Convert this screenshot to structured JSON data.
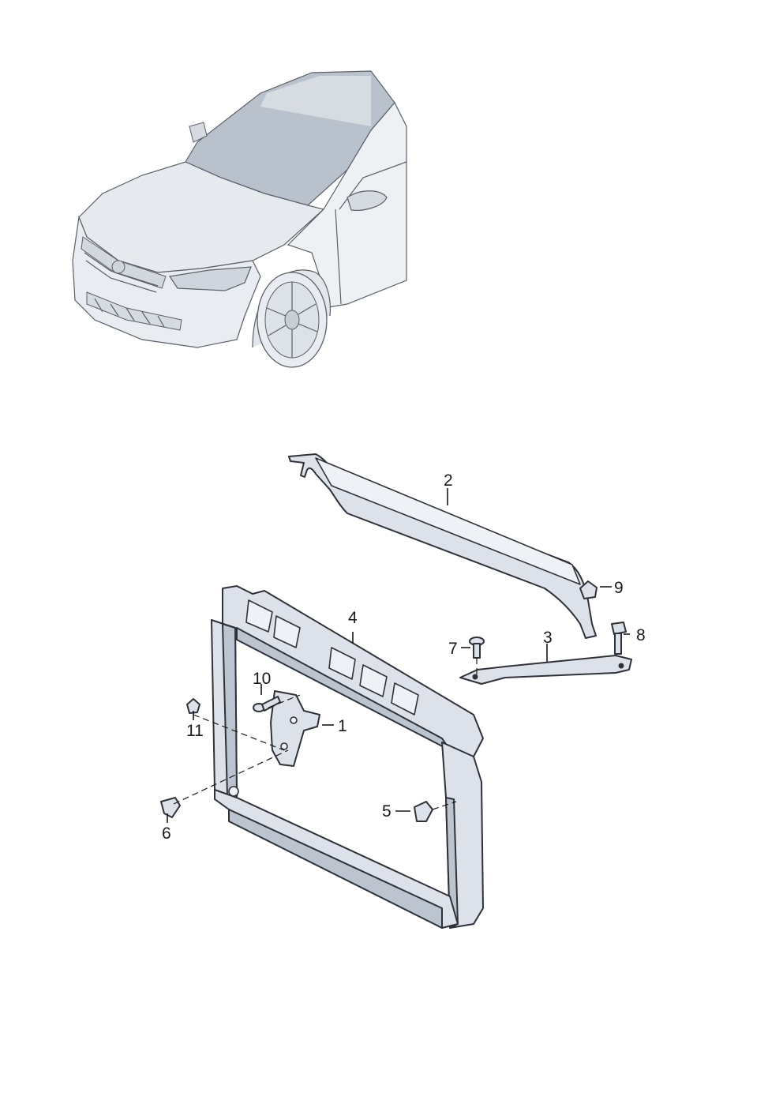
{
  "callouts": {
    "c1": "1",
    "c2": "2",
    "c3": "3",
    "c4": "4",
    "c5": "5",
    "c6": "6",
    "c7": "7",
    "c8": "8",
    "c9": "9",
    "c10": "10",
    "c11": "11"
  },
  "colors": {
    "part_fill": "#dde2ea",
    "part_shadow": "#bcc4d0",
    "outline": "#2f3238",
    "windshield": "#b9c2cc"
  },
  "icons": {
    "vehicle_overview": "car-front-three-quarter-illustration"
  }
}
